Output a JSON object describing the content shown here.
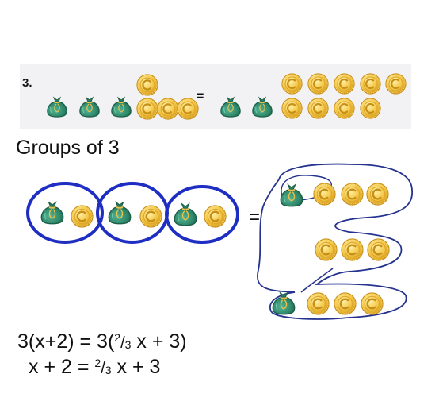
{
  "problem": {
    "number": "3.",
    "equals": "="
  },
  "heading": "Groups of 3",
  "grouping": {
    "equals": "="
  },
  "equations": {
    "line1": {
      "prefix": "3(x+2) = 3(",
      "num": "2",
      "den": "3",
      "suffix": " x + 3)"
    },
    "line2": {
      "prefix": "x + 2 = ",
      "num": "2",
      "den": "3",
      "suffix": " x + 3"
    }
  },
  "icons": {
    "bag": "money-bag-icon",
    "coin": "gold-coin-icon"
  },
  "colors": {
    "bag": "#2f8a6e",
    "coin": "#f2c13a",
    "circle": "#1f2ec2",
    "lasso": "#25338f"
  }
}
